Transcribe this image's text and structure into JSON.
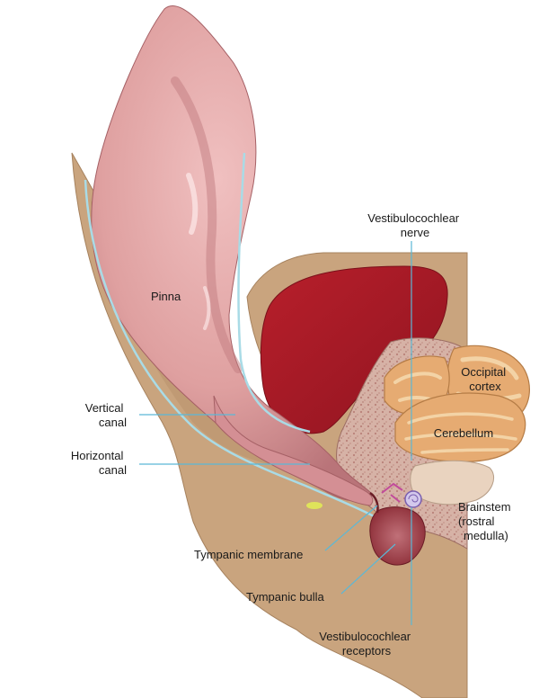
{
  "labels": {
    "pinna": "Pinna",
    "vertical_canal": [
      "Vertical",
      "canal"
    ],
    "horizontal_canal": [
      "Horizontal",
      "canal"
    ],
    "vestibulocochlear_nerve": [
      "Vestibulocochlear",
      "nerve"
    ],
    "occipital_cortex": [
      "Occipital",
      "cortex"
    ],
    "cerebellum": "Cerebellum",
    "brainstem": [
      "Brainstem",
      "(rostral",
      "medulla)"
    ],
    "tympanic_membrane": "Tympanic membrane",
    "tympanic_bulla": "Tympanic bulla",
    "vestibulocochlear_receptors": [
      "Vestibulocochlear",
      "receptors"
    ]
  },
  "colors": {
    "tissue": "#c9a47e",
    "tissue_edge": "#a6825e",
    "pinna": "#dfa0a0",
    "pinna_shade": "#c27b7f",
    "muscle": "#ab1a26",
    "bone": "#d5b1a5",
    "brain": "#e6ab72",
    "brain_fold": "#f3d3a6",
    "brainstem": "#e9d3bf",
    "cartilage": "#a9dbe6",
    "leader": "#5bb8d6"
  }
}
